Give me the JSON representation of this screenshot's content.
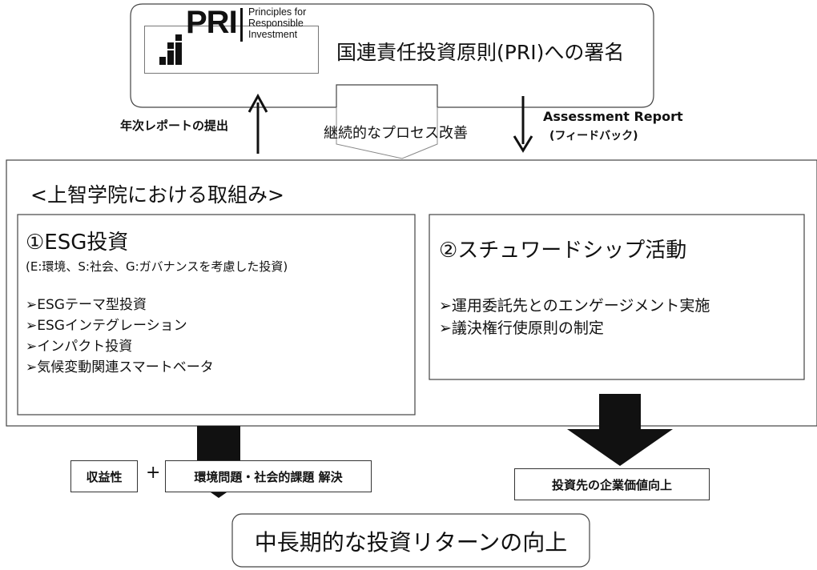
{
  "pri": {
    "logo_text": "PRI",
    "tagline": [
      "Principles for",
      "Responsible",
      "Investment"
    ],
    "title": "国連責任投資原則(PRI)への署名"
  },
  "arrows": {
    "up_label": "年次レポートの提出",
    "center_label": "継続的なプロセス改善",
    "down_label_1": "Assessment Report",
    "down_label_2": "(フィードバック)"
  },
  "main": {
    "heading": "<上智学院における取組み>",
    "panel1": {
      "title": "①ESG投資",
      "subtitle": "(E:環境、S:社会、G:ガバナンスを考慮した投資)",
      "items": [
        "➢ESGテーマ型投資",
        "➢ESGインテグレーション",
        "➢インパクト投資",
        "➢気候変動関連スマートベータ"
      ]
    },
    "panel2": {
      "title": "②スチュワードシップ活動",
      "items": [
        "➢運用委託先とのエンゲージメント実施",
        "➢議決権行使原則の制定"
      ]
    }
  },
  "results": {
    "profitability": "収益性",
    "plus": "+",
    "solution": "環境問題・社会的課題 解決",
    "corporate_value": "投資先の企業価値向上"
  },
  "bottom": {
    "title": "中長期的な投資リターンの向上"
  }
}
